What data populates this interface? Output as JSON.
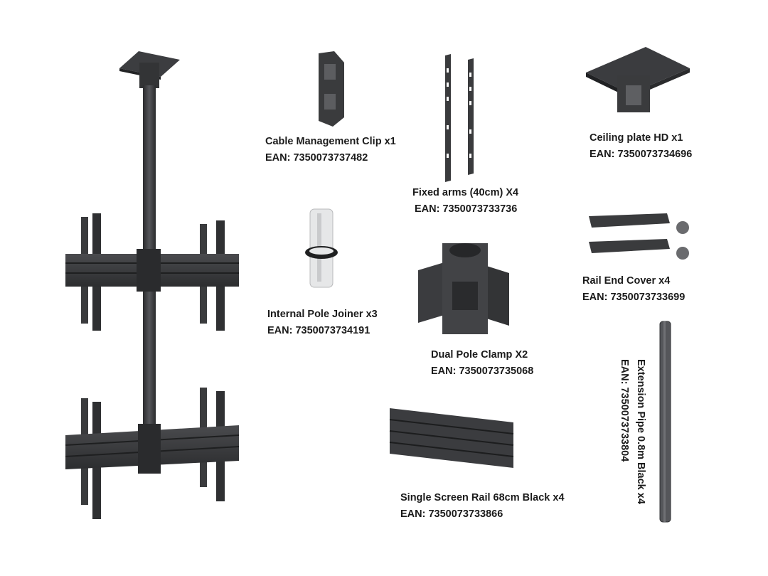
{
  "parts": {
    "cable_clip": {
      "name": "Cable Management Clip x1",
      "ean": "EAN: 7350073737482"
    },
    "fixed_arms": {
      "name": "Fixed arms (40cm) X4",
      "ean": "EAN: 7350073733736"
    },
    "ceiling_plate": {
      "name": "Ceiling plate HD x1",
      "ean": "EAN: 7350073734696"
    },
    "pole_joiner": {
      "name": "Internal Pole Joiner x3",
      "ean": "EAN: 7350073734191"
    },
    "rail_end": {
      "name": "Rail End Cover x4",
      "ean": "EAN: 7350073733699"
    },
    "pole_clamp": {
      "name": "Dual Pole Clamp X2",
      "ean": "EAN: 7350073735068"
    },
    "screen_rail": {
      "name": "Single Screen Rail 68cm Black x4",
      "ean": "EAN: 7350073733866"
    },
    "ext_pipe": {
      "name": "Extension Pipe 0.8m Black x4",
      "ean": "EAN: 7350073733804"
    }
  },
  "colors": {
    "metal": "#3a3b3d",
    "metal_light": "#5a5b5e",
    "metal_dark": "#232425",
    "joiner": "#e8e9ea"
  }
}
